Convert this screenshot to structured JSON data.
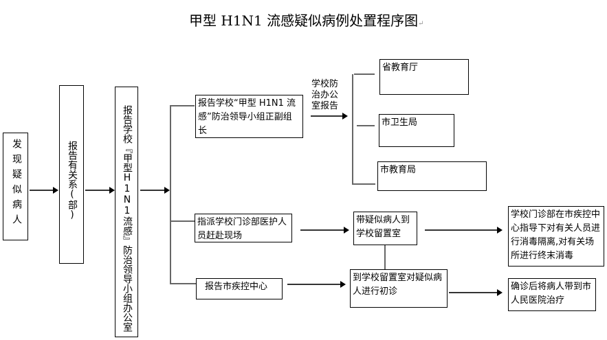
{
  "title": "甲型 H1N1 流感疑似病例处置程序图",
  "return_mark": "↵",
  "nodes": {
    "discover": "发现疑似病人",
    "report_dept": "报告有关系(部)",
    "report_office": "报告学校『甲型H1N1流感』防治领导小组办公室",
    "report_leader": "报告学校“甲型 H1N1 流感”防治领导小组正副组长",
    "office_report_label": "学校防治办公室报告",
    "province_edu": "省教育厅",
    "city_health": "市卫生局",
    "city_edu": "市教育局",
    "dispatch_clinic": "指派学校门诊部医护人员赶赴现场",
    "take_to_room": "带疑似病人到学校留置室",
    "disinfect": "学校门诊部在市疾控中心指导下对有关人员进行消毒隔离,对有关场所进行终末消毒",
    "report_cdc": "报告市疾控中心",
    "initial_diagnosis": "到学校留置室对疑似病人进行初诊",
    "hospital": "确诊后将病人带到市人民医院治疗"
  }
}
